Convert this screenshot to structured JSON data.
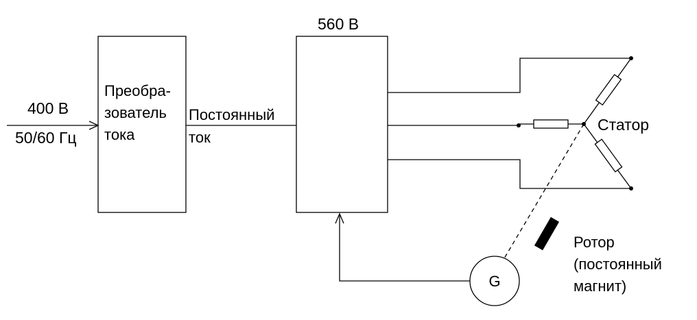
{
  "input": {
    "voltage": "400 В",
    "frequency": "50/60 Гц"
  },
  "converter": {
    "label_lines": [
      "Преобра-",
      "зователь",
      "тока"
    ]
  },
  "dc_link": {
    "label_lines": [
      "Постоянный",
      "ток"
    ]
  },
  "inverter": {
    "voltage": "560 В"
  },
  "stator": {
    "label": "Статор"
  },
  "generator": {
    "label": "G"
  },
  "rotor": {
    "label_lines": [
      "Ротор",
      "(постоянный",
      "магнит)"
    ]
  }
}
